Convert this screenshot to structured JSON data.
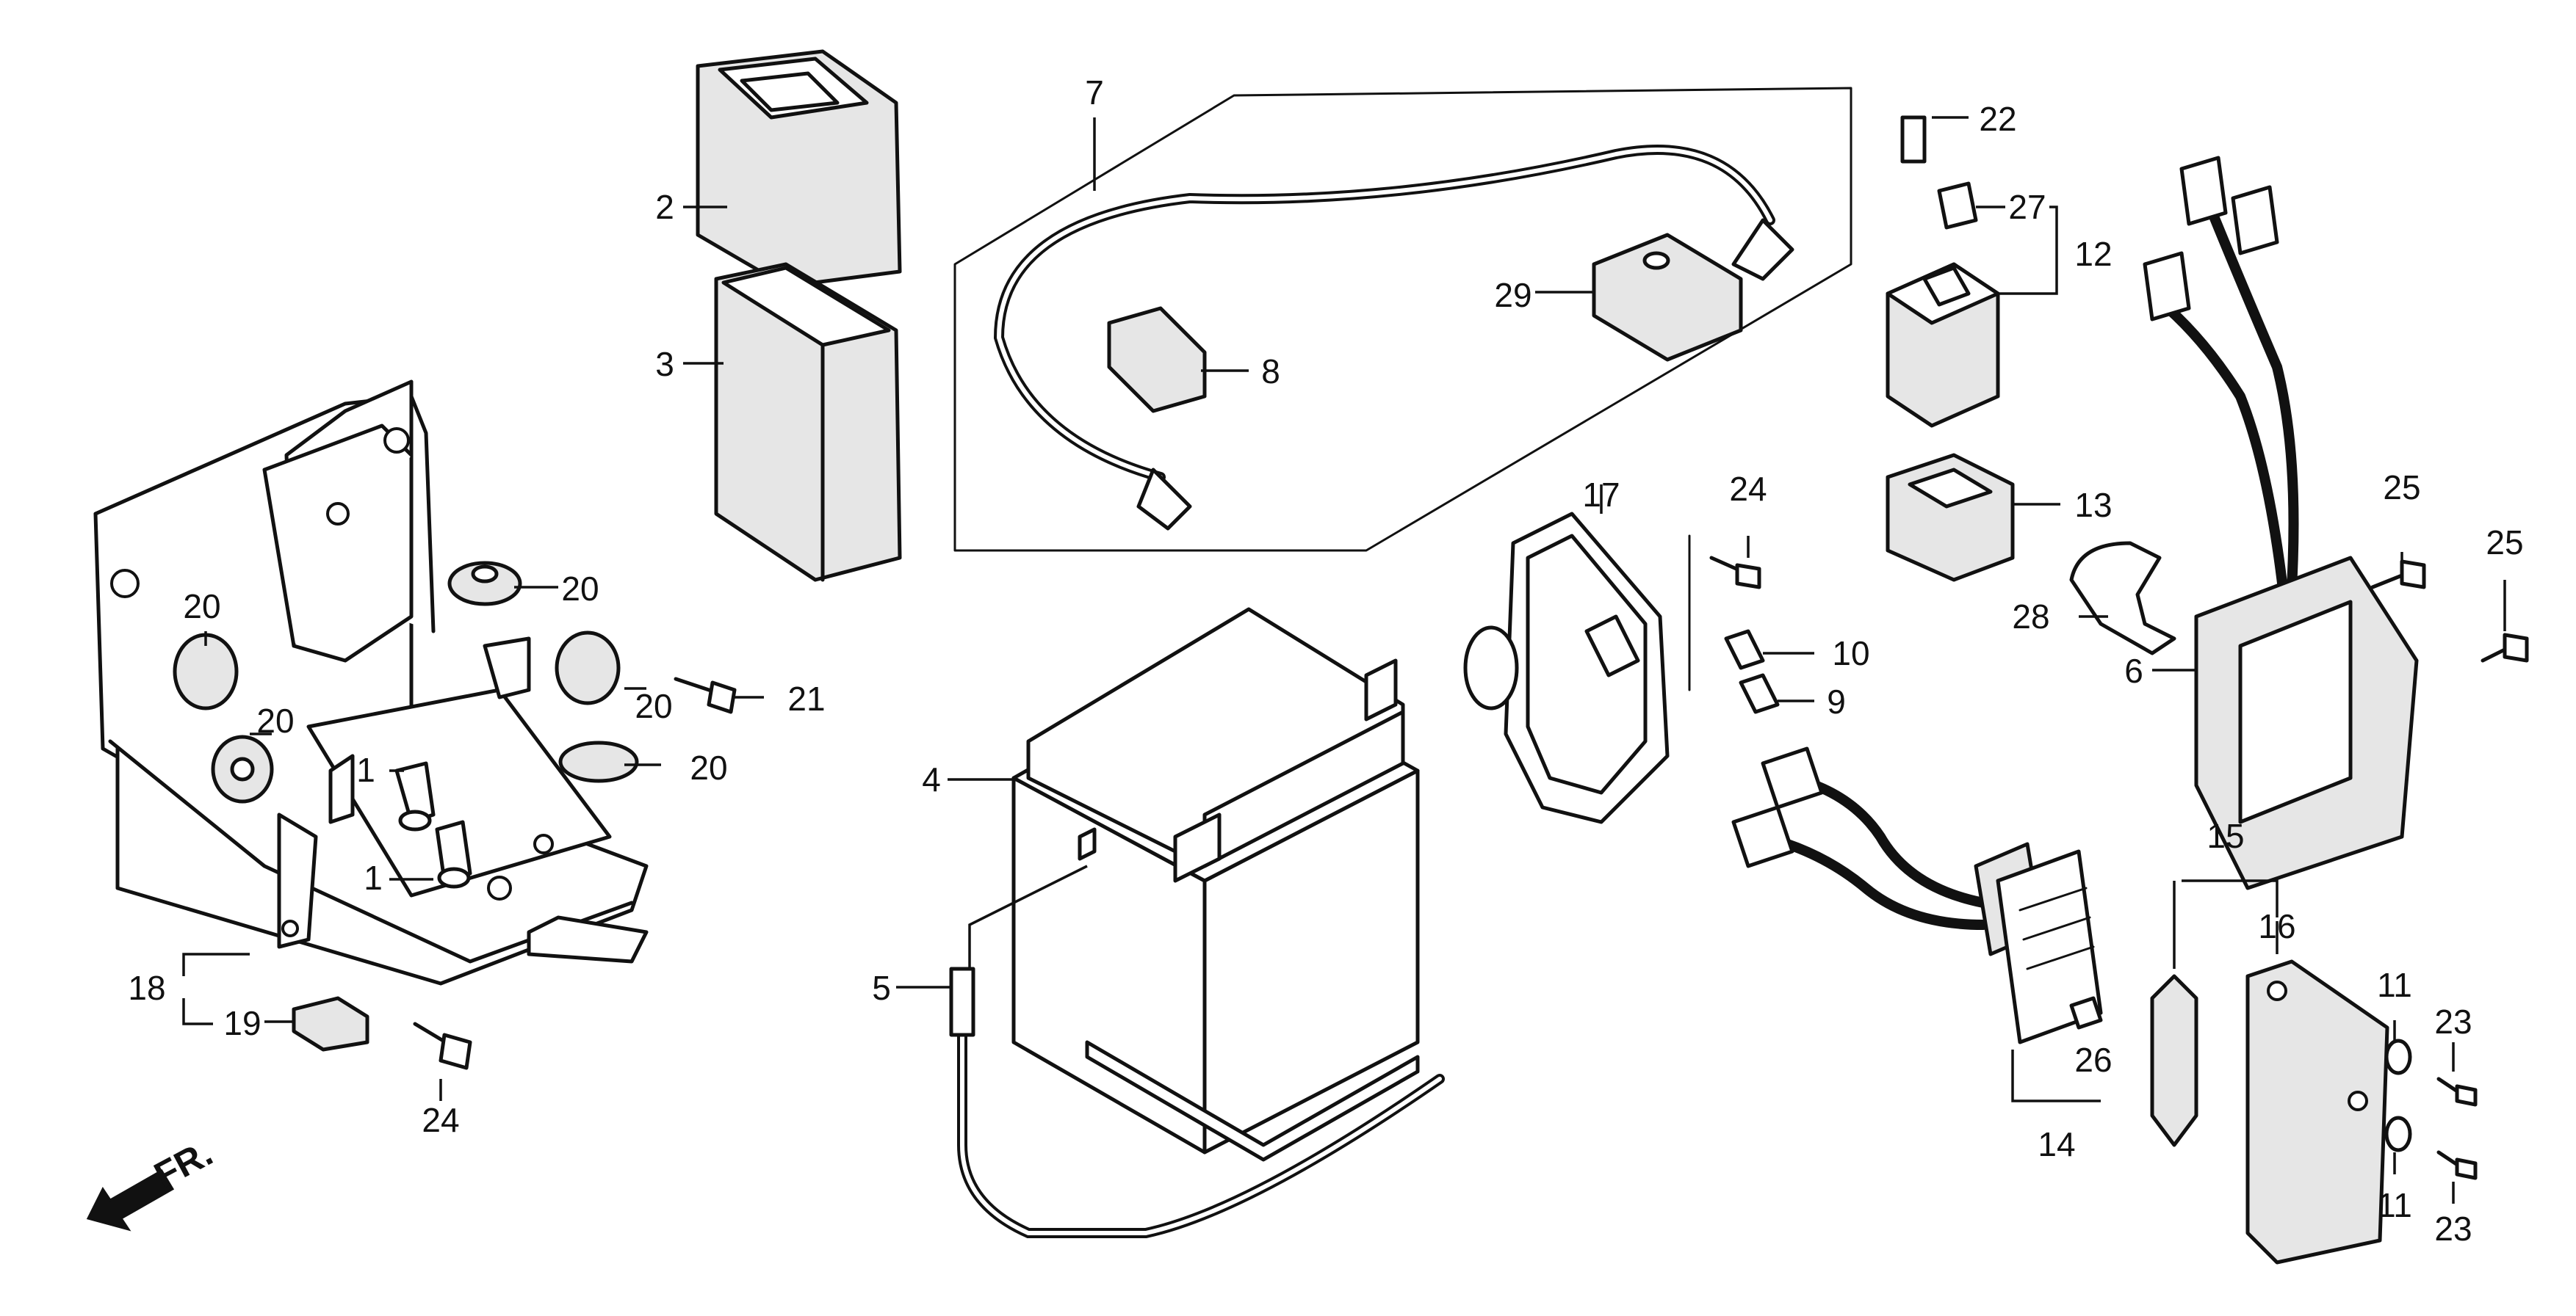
{
  "callouts": {
    "c1a": "1",
    "c1b": "1",
    "c2": "2",
    "c3": "3",
    "c4": "4",
    "c5": "5",
    "c6": "6",
    "c7": "7",
    "c8": "8",
    "c9": "9",
    "c10": "10",
    "c11a": "11",
    "c11b": "11",
    "c12": "12",
    "c13": "13",
    "c14": "14",
    "c15": "15",
    "c16": "16",
    "c17": "17",
    "c18": "18",
    "c19": "19",
    "c20a": "20",
    "c20b": "20",
    "c20c": "20",
    "c20d": "20",
    "c20e": "20",
    "c21": "21",
    "c22": "22",
    "c23a": "23",
    "c23b": "23",
    "c24a": "24",
    "c24b": "24",
    "c25a": "25",
    "c25b": "25",
    "c26": "26",
    "c27": "27",
    "c28": "28",
    "c29": "29"
  },
  "direction": {
    "label": "FR."
  }
}
